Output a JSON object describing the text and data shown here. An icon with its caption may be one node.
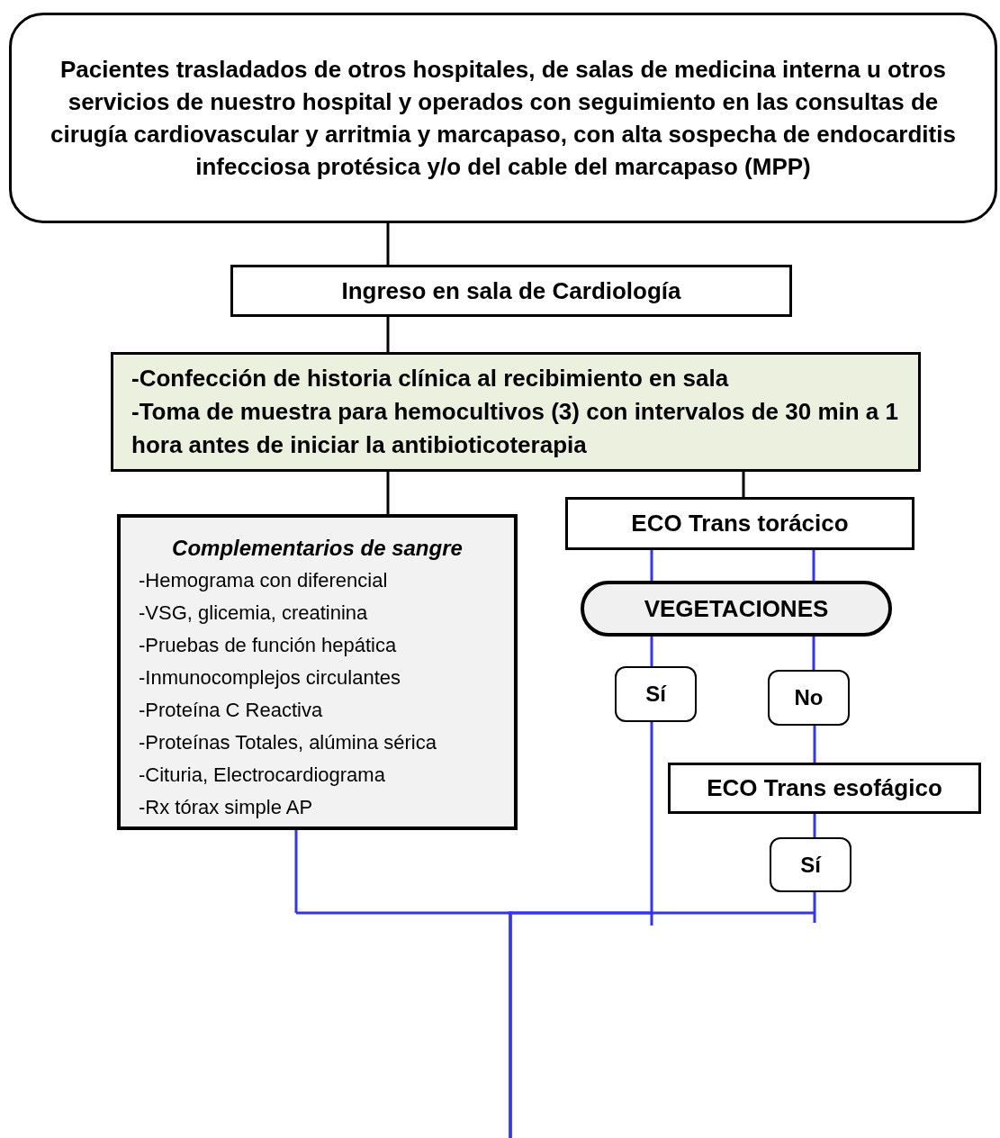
{
  "diagram": {
    "nodes": [
      {
        "text": [
          "Pacientes trasladados de otros hospitales, de salas de medicina interna u otros servicios de nuestro hospital y operados con seguimiento en las consultas de cirugía cardiovascular y arritmia y marcapaso, con alta sospecha de endocarditis infecciosa protésica y/o del cable del marcapaso (MPP)"
        ]
      },
      {
        "text": [
          "Ingreso en sala de Cardiología"
        ]
      },
      {
        "text": [
          "-Confección de historia clínica al recibimiento en sala",
          "-Toma de muestra para hemocultivos (3) con intervalos de 30 min a 1 hora antes de iniciar la antibioticoterapia"
        ]
      },
      {
        "text": [
          "Complementarios de sangre",
          "-Hemograma con diferencial",
          "-VSG, glicemia, creatinina",
          "-Pruebas de función hepática",
          "-Inmunocomplejos circulantes",
          "-Proteína C Reactiva",
          "-Proteínas Totales, alúmina sérica",
          "-Cituria, Electrocardiograma",
          "-Rx tórax simple AP"
        ]
      },
      {
        "text": [
          "ECO Trans torácico"
        ]
      },
      {
        "text": [
          "VEGETACIONES"
        ]
      },
      {
        "text": [
          "Sí"
        ]
      },
      {
        "text": [
          "No"
        ]
      },
      {
        "text": [
          "ECO Trans esofágico"
        ]
      },
      {
        "text": [
          "Sí"
        ]
      }
    ],
    "edges": [
      {
        "from": 0,
        "to": 1,
        "arrow": "none",
        "color": "#000000"
      },
      {
        "from": 1,
        "to": 2,
        "arrow": "none",
        "color": "#000000"
      },
      {
        "from": 2,
        "to": 3,
        "arrow": "none",
        "color": "#000000"
      },
      {
        "from": 2,
        "to": 4,
        "arrow": "none",
        "color": "#000000"
      },
      {
        "from": 4,
        "to": 5,
        "arrow": "none"
      },
      {
        "from": 4,
        "to": 5,
        "arrow": "none"
      },
      {
        "from": 5,
        "to": 6,
        "arrow": "none"
      },
      {
        "from": 5,
        "to": 7,
        "arrow": "none"
      },
      {
        "from": 7,
        "to": 8,
        "arrow": "none"
      },
      {
        "from": 8,
        "to": 9,
        "arrow": "none"
      },
      {
        "from": 3,
        "to": null,
        "arrow": "none"
      },
      {
        "from": 6,
        "to": null,
        "arrow": "none"
      },
      {
        "from": 9,
        "to": null,
        "arrow": "none"
      }
    ]
  }
}
